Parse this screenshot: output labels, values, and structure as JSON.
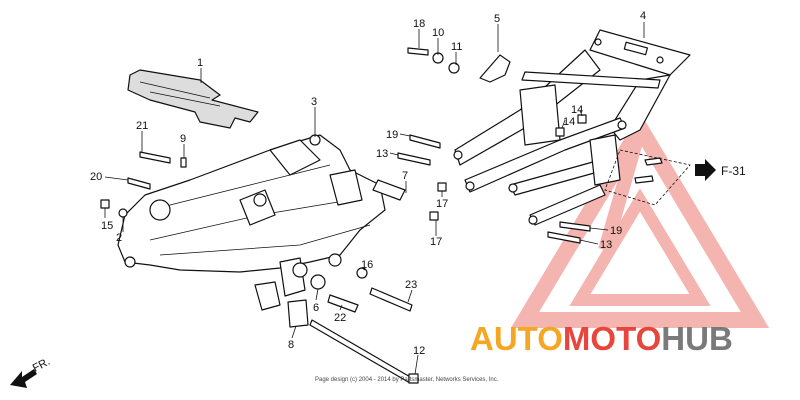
{
  "parts": [
    {
      "num": "1"
    },
    {
      "num": "2"
    },
    {
      "num": "3"
    },
    {
      "num": "4"
    },
    {
      "num": "5"
    },
    {
      "num": "6"
    },
    {
      "num": "7"
    },
    {
      "num": "8"
    },
    {
      "num": "9"
    },
    {
      "num": "10"
    },
    {
      "num": "11"
    },
    {
      "num": "12"
    },
    {
      "num": "13"
    },
    {
      "num": "13"
    },
    {
      "num": "14"
    },
    {
      "num": "14"
    },
    {
      "num": "15"
    },
    {
      "num": "16"
    },
    {
      "num": "17"
    },
    {
      "num": "17"
    },
    {
      "num": "18"
    },
    {
      "num": "19"
    },
    {
      "num": "19"
    },
    {
      "num": "20"
    },
    {
      "num": "21"
    },
    {
      "num": "22"
    },
    {
      "num": "23"
    }
  ],
  "refs": {
    "section": "F-31",
    "front": "FR."
  },
  "copyright": "Page design (c) 2004 - 2014 by Partsmaster, Networks Services, Inc.",
  "watermark": {
    "part1": "AUTO",
    "part2": "MOTO",
    "part3": "HUB"
  },
  "colors": {
    "orange": "#f5a623",
    "red": "#e8453c",
    "gray": "#7a7a7a",
    "logo_red": "#f19c95"
  }
}
